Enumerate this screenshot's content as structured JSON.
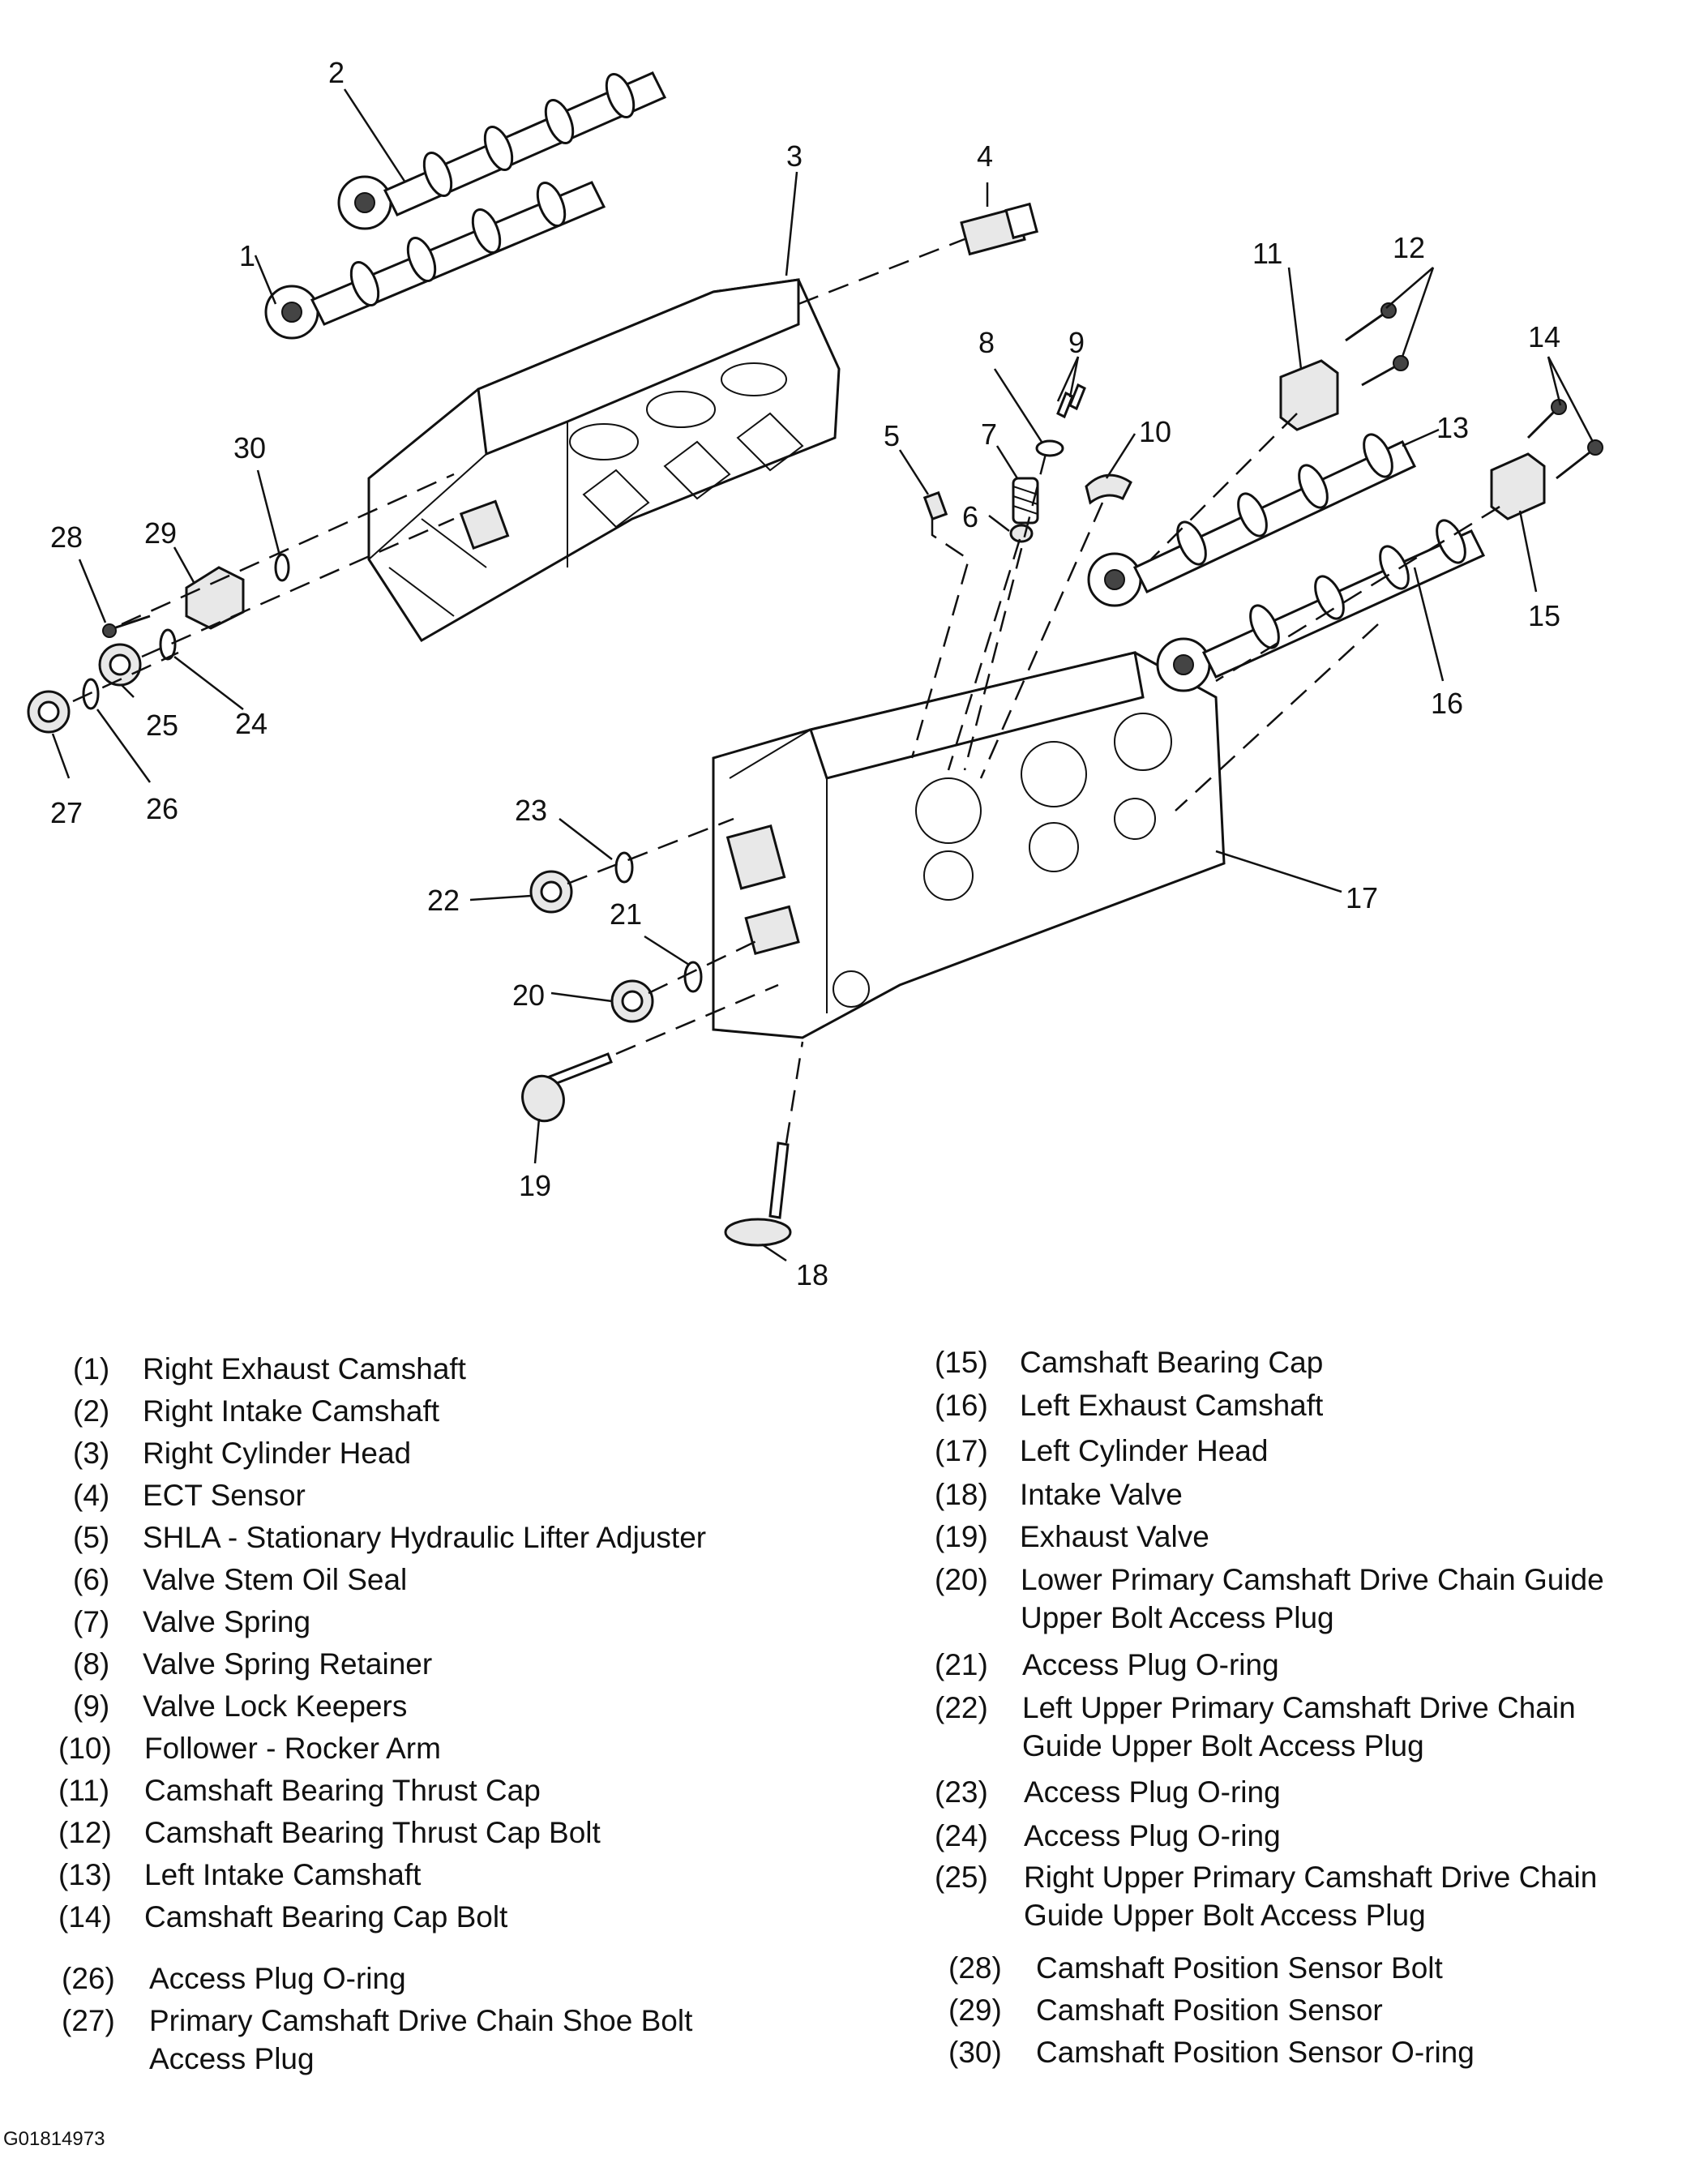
{
  "callouts": [
    "1",
    "2",
    "3",
    "4",
    "5",
    "6",
    "7",
    "8",
    "9",
    "10",
    "11",
    "12",
    "13",
    "14",
    "15",
    "16",
    "17",
    "18",
    "19",
    "20",
    "21",
    "22",
    "23",
    "24",
    "25",
    "26",
    "27",
    "28",
    "29",
    "30"
  ],
  "legend": {
    "left": [
      {
        "num": "(1)",
        "text": "Right Exhaust Camshaft"
      },
      {
        "num": "(2)",
        "text": "Right Intake Camshaft"
      },
      {
        "num": "(3)",
        "text": "Right Cylinder Head"
      },
      {
        "num": "(4)",
        "text": "ECT Sensor"
      },
      {
        "num": "(5)",
        "text": "SHLA - Stationary Hydraulic Lifter Adjuster"
      },
      {
        "num": "(6)",
        "text": "Valve Stem Oil Seal"
      },
      {
        "num": "(7)",
        "text": "Valve Spring"
      },
      {
        "num": "(8)",
        "text": "Valve Spring Retainer"
      },
      {
        "num": "(9)",
        "text": "Valve Lock Keepers"
      },
      {
        "num": "(10)",
        "text": "Follower - Rocker Arm"
      },
      {
        "num": "(11)",
        "text": "Camshaft Bearing Thrust Cap"
      },
      {
        "num": "(12)",
        "text": "Camshaft Bearing Thrust Cap Bolt"
      },
      {
        "num": "(13)",
        "text": "Left Intake Camshaft"
      },
      {
        "num": "(14)",
        "text": "Camshaft Bearing Cap Bolt"
      },
      {
        "num": "(26)",
        "text": "Access Plug O-ring"
      },
      {
        "num": "(27)",
        "text": "Primary Camshaft Drive Chain Shoe Bolt",
        "text2": "Access Plug"
      }
    ],
    "right": [
      {
        "num": "(15)",
        "text": "Camshaft Bearing Cap"
      },
      {
        "num": "(16)",
        "text": "Left Exhaust Camshaft"
      },
      {
        "num": "(17)",
        "text": "Left Cylinder Head"
      },
      {
        "num": "(18)",
        "text": "Intake Valve"
      },
      {
        "num": "(19)",
        "text": "Exhaust Valve"
      },
      {
        "num": "(20)",
        "text": "Lower Primary Camshaft Drive Chain Guide",
        "text2": "Upper Bolt Access Plug"
      },
      {
        "num": "(21)",
        "text": "Access Plug O-ring"
      },
      {
        "num": "(22)",
        "text": "Left Upper Primary Camshaft Drive Chain",
        "text2": "Guide Upper Bolt Access Plug"
      },
      {
        "num": "(23)",
        "text": "Access Plug O-ring"
      },
      {
        "num": "(24)",
        "text": "Access Plug O-ring"
      },
      {
        "num": "(25)",
        "text": "Right Upper Primary Camshaft Drive Chain",
        "text2": "Guide Upper Bolt Access Plug"
      },
      {
        "num": "(28)",
        "text": "Camshaft Position Sensor Bolt"
      },
      {
        "num": "(29)",
        "text": "Camshaft Position Sensor"
      },
      {
        "num": "(30)",
        "text": "Camshaft Position Sensor O-ring"
      }
    ]
  },
  "figure_id": "G01814973"
}
